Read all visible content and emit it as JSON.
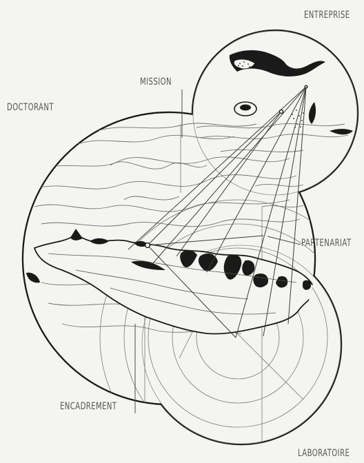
{
  "labels": {
    "entreprise": "ENTREPRISE",
    "doctorant": "DOCTORANT",
    "mission": "MISSION",
    "partenariat": "PARTENARIAT",
    "encadrement": "ENCADREMENT",
    "laboratoire": "LABORATOIRE"
  },
  "colors": {
    "background": "#f4f4f1",
    "ink": "#1a1a1a",
    "fine_line": "#6f6f6f",
    "label": "#555555"
  }
}
